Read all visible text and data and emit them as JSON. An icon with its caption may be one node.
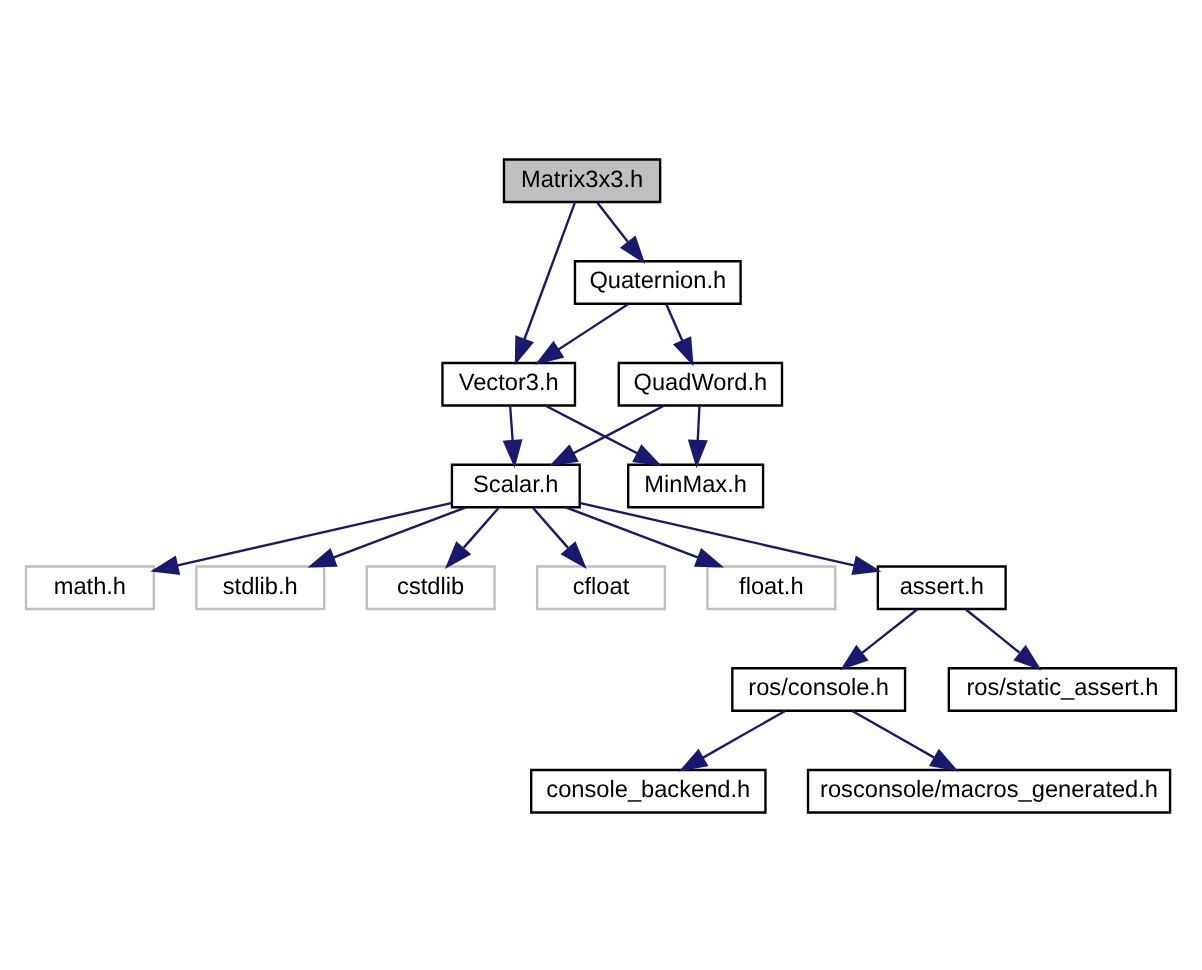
{
  "diagram": {
    "nodes": [
      {
        "text": [
          "Matrix3x3.h"
        ]
      },
      {
        "text": [
          "Quaternion.h"
        ]
      },
      {
        "text": [
          "Vector3.h"
        ]
      },
      {
        "text": [
          "QuadWord.h"
        ]
      },
      {
        "text": [
          "Scalar.h"
        ]
      },
      {
        "text": [
          "MinMax.h"
        ]
      },
      {
        "text": [
          "math.h"
        ]
      },
      {
        "text": [
          "stdlib.h"
        ]
      },
      {
        "text": [
          "cstdlib"
        ]
      },
      {
        "text": [
          "cfloat"
        ]
      },
      {
        "text": [
          "float.h"
        ]
      },
      {
        "text": [
          "assert.h"
        ]
      },
      {
        "text": [
          "ros/console.h"
        ]
      },
      {
        "text": [
          "ros/static_assert.h"
        ]
      },
      {
        "text": [
          "console_backend.h"
        ]
      },
      {
        "text": [
          "rosconsole/macros_generated.h"
        ]
      }
    ],
    "edges": [
      {
        "from": 0,
        "to": 2,
        "arrow": "to"
      },
      {
        "from": 0,
        "to": 1,
        "arrow": "to"
      },
      {
        "from": 1,
        "to": 2,
        "arrow": "to"
      },
      {
        "from": 1,
        "to": 3,
        "arrow": "to"
      },
      {
        "from": 2,
        "to": 4,
        "arrow": "to"
      },
      {
        "from": 2,
        "to": 5,
        "arrow": "to"
      },
      {
        "from": 3,
        "to": 4,
        "arrow": "to"
      },
      {
        "from": 3,
        "to": 5,
        "arrow": "to"
      },
      {
        "from": 4,
        "to": 6,
        "arrow": "to"
      },
      {
        "from": 4,
        "to": 7,
        "arrow": "to"
      },
      {
        "from": 4,
        "to": 8,
        "arrow": "to"
      },
      {
        "from": 4,
        "to": 9,
        "arrow": "to"
      },
      {
        "from": 4,
        "to": 10,
        "arrow": "to"
      },
      {
        "from": 4,
        "to": 11,
        "arrow": "to"
      },
      {
        "from": 11,
        "to": 12,
        "arrow": "to"
      },
      {
        "from": 11,
        "to": 13,
        "arrow": "to"
      },
      {
        "from": 12,
        "to": 14,
        "arrow": "to"
      },
      {
        "from": 12,
        "to": 15,
        "arrow": "to"
      }
    ]
  }
}
